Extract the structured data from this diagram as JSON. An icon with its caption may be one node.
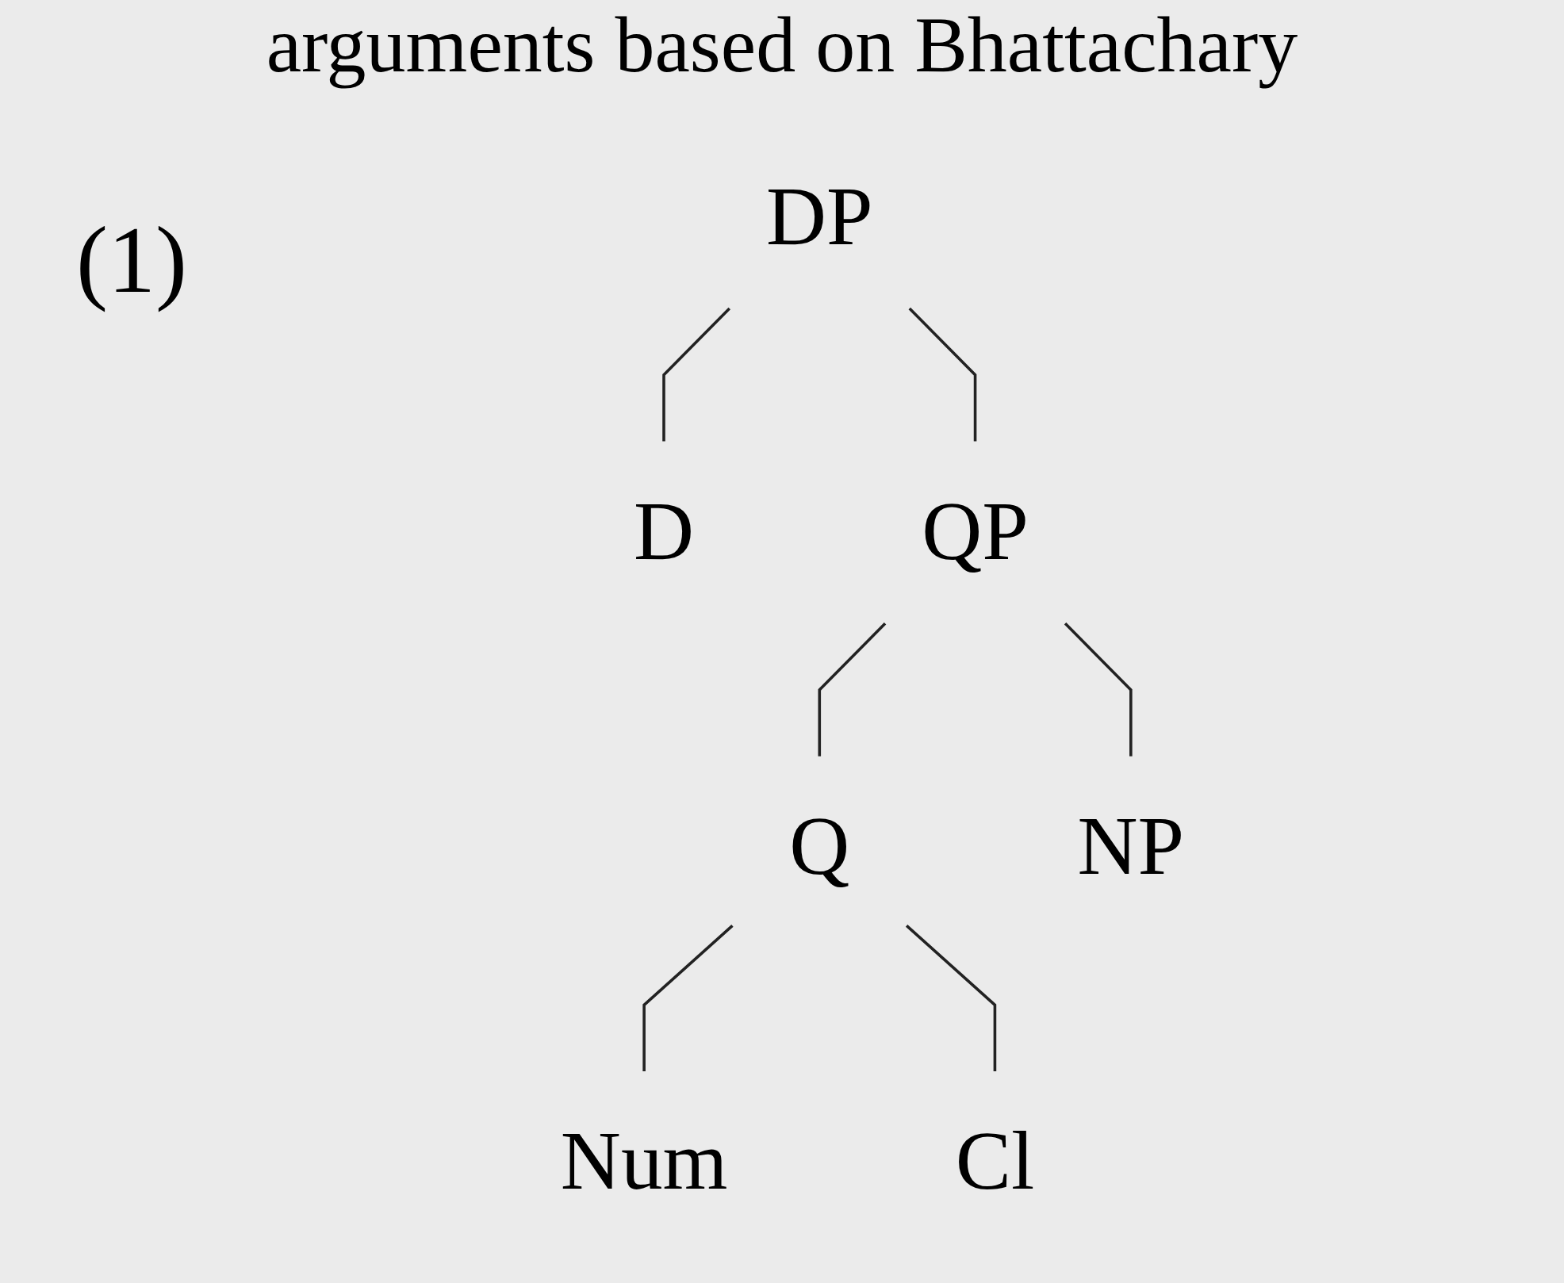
{
  "diagram": {
    "nodes": [
      {
        "text": [
          "DP"
        ]
      },
      {
        "text": [
          "D"
        ]
      },
      {
        "text": [
          "QP"
        ]
      },
      {
        "text": [
          "Q"
        ]
      },
      {
        "text": [
          "NP"
        ]
      },
      {
        "text": [
          "Num"
        ]
      },
      {
        "text": [
          "Cl"
        ]
      }
    ],
    "edges": [
      {
        "from": 0,
        "to": 1,
        "arrow": "none"
      },
      {
        "from": 0,
        "to": 2,
        "arrow": "none"
      },
      {
        "from": 2,
        "to": 3,
        "arrow": "none"
      },
      {
        "from": 2,
        "to": 4,
        "arrow": "none"
      },
      {
        "from": 3,
        "to": 5,
        "arrow": "none"
      },
      {
        "from": 3,
        "to": 6,
        "arrow": "none"
      }
    ],
    "labels": [
      "arguments based on Bhattachary",
      "(1)"
    ]
  }
}
